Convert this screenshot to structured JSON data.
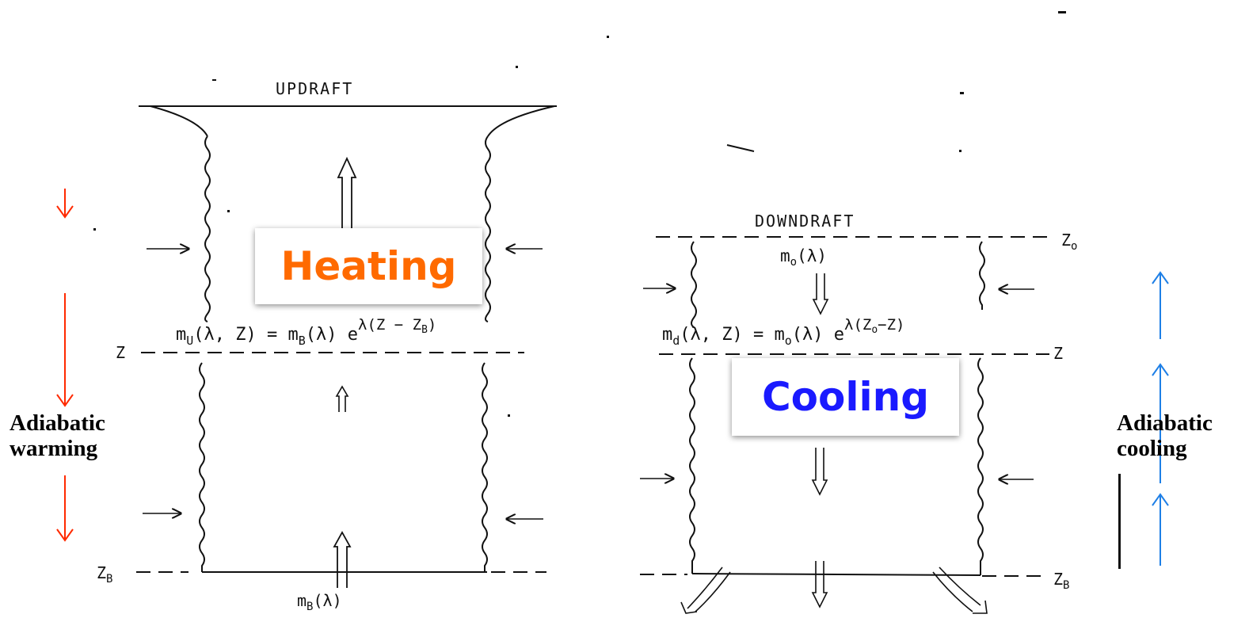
{
  "updraft": {
    "title": "UPDRAFT",
    "equation_left": "m",
    "equation_sub": "U",
    "equation_mid": "(λ, Z) = m",
    "equation_sub2": "B",
    "equation_right": "(λ) e",
    "equation_sup": "λ(Z − Z",
    "equation_sup_sub": "B",
    "equation_sup_close": ")",
    "level_z": "Z",
    "level_zb": "Z",
    "level_zb_sub": "B",
    "base_mass": "m",
    "base_mass_sub": "B",
    "base_mass_arg": "(λ)"
  },
  "downdraft": {
    "title": "DOWNDRAFT",
    "top_mass": "m",
    "top_mass_sub": "o",
    "top_mass_arg": "(λ)",
    "equation_left": "m",
    "equation_sub": "d",
    "equation_mid": "(λ, Z) = m",
    "equation_sub2": "o",
    "equation_right": "(λ) e",
    "equation_sup": "λ(Z",
    "equation_sup_sub": "o",
    "equation_sup_close": "−Z)",
    "level_zo": "Z",
    "level_zo_sub": "o",
    "level_z": "Z",
    "level_zb": "Z",
    "level_zb_sub": "B"
  },
  "labels": {
    "heating": "Heating",
    "cooling": "Cooling",
    "adiabatic_warming_line1": "Adiabatic",
    "adiabatic_warming_line2": "warming",
    "adiabatic_cooling_line1": "Adiabatic",
    "adiabatic_cooling_line2": "cooling"
  },
  "colors": {
    "heating": "#ff6a00",
    "cooling": "#1a1aff",
    "warming_arrows": "#ff2a00",
    "cooling_arrows": "#1e7fe6"
  }
}
